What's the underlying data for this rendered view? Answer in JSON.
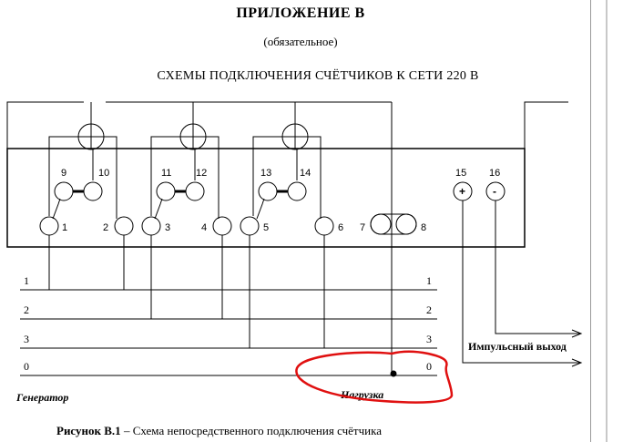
{
  "header": {
    "title": "ПРИЛОЖЕНИЕ В",
    "subtitle": "(обязательное)",
    "heading": "СХЕМЫ ПОДКЛЮЧЕНИЯ СЧЁТЧИКОВ К СЕТИ 220 В"
  },
  "diagram": {
    "terminals": [
      "9",
      "10",
      "11",
      "12",
      "13",
      "14",
      "15",
      "16",
      "1",
      "2",
      "3",
      "4",
      "5",
      "6",
      "7",
      "8"
    ],
    "pulse_plus": "+",
    "pulse_minus": "-",
    "line_labels_left": [
      "1",
      "2",
      "3",
      "0"
    ],
    "line_labels_right": [
      "1",
      "2",
      "3",
      "0"
    ],
    "generator": "Генератор",
    "load": "Нагрузка",
    "pulse_output": "Импульсный выход"
  },
  "caption": {
    "prefix": "Рисунок В.1",
    "text": " – Схема непосредственного подключения счётчика"
  }
}
